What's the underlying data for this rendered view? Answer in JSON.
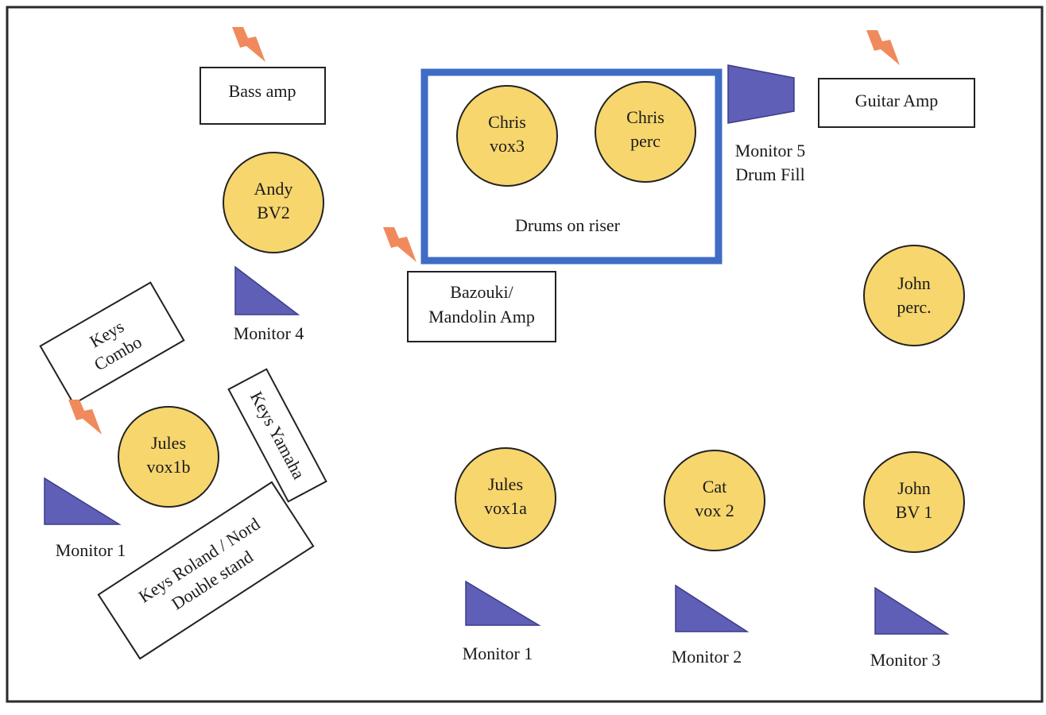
{
  "colors": {
    "background": "#ffffff",
    "border": "#2a2a2a",
    "person_fill": "#f7d66e",
    "person_stroke": "#222222",
    "monitor_fill": "#5f5fb8",
    "riser_stroke": "#3f6cc4",
    "power_icon": "#f08a5d",
    "box_stroke": "#222222"
  },
  "riser": {
    "label": "Drums on riser"
  },
  "people": [
    {
      "id": "chris-vox3",
      "line1": "Chris",
      "line2": "vox3"
    },
    {
      "id": "chris-perc",
      "line1": "Chris",
      "line2": "perc"
    },
    {
      "id": "andy-bv2",
      "line1": "Andy",
      "line2": "BV2"
    },
    {
      "id": "john-perc",
      "line1": "John",
      "line2": "perc."
    },
    {
      "id": "jules-vox1b",
      "line1": "Jules",
      "line2": "vox1b"
    },
    {
      "id": "jules-vox1a",
      "line1": "Jules",
      "line2": "vox1a"
    },
    {
      "id": "cat-vox2",
      "line1": "Cat",
      "line2": "vox 2"
    },
    {
      "id": "john-bv1",
      "line1": "John",
      "line2": "BV 1"
    }
  ],
  "boxes": [
    {
      "id": "bass-amp",
      "lines": [
        "Bass amp"
      ]
    },
    {
      "id": "guitar-amp",
      "lines": [
        "Guitar  Amp"
      ]
    },
    {
      "id": "bazouki-amp",
      "lines": [
        "Bazouki/",
        "Mandolin Amp"
      ]
    },
    {
      "id": "keys-combo",
      "lines": [
        "Keys",
        "Combo"
      ]
    },
    {
      "id": "keys-yamaha",
      "lines": [
        "Keys Yamaha"
      ]
    },
    {
      "id": "keys-roland",
      "lines": [
        "Keys Roland / Nord",
        "Double stand"
      ]
    }
  ],
  "monitors": [
    {
      "id": "monitor-4",
      "lines": [
        "Monitor 4"
      ]
    },
    {
      "id": "monitor-1-left",
      "lines": [
        "Monitor 1"
      ]
    },
    {
      "id": "monitor-1",
      "lines": [
        "Monitor 1"
      ]
    },
    {
      "id": "monitor-2",
      "lines": [
        "Monitor 2"
      ]
    },
    {
      "id": "monitor-3",
      "lines": [
        "Monitor 3"
      ]
    },
    {
      "id": "monitor-5",
      "lines": [
        "Monitor 5",
        "Drum Fill"
      ]
    }
  ],
  "power_icons": [
    "power-icon",
    "power-icon",
    "power-icon",
    "power-icon"
  ]
}
